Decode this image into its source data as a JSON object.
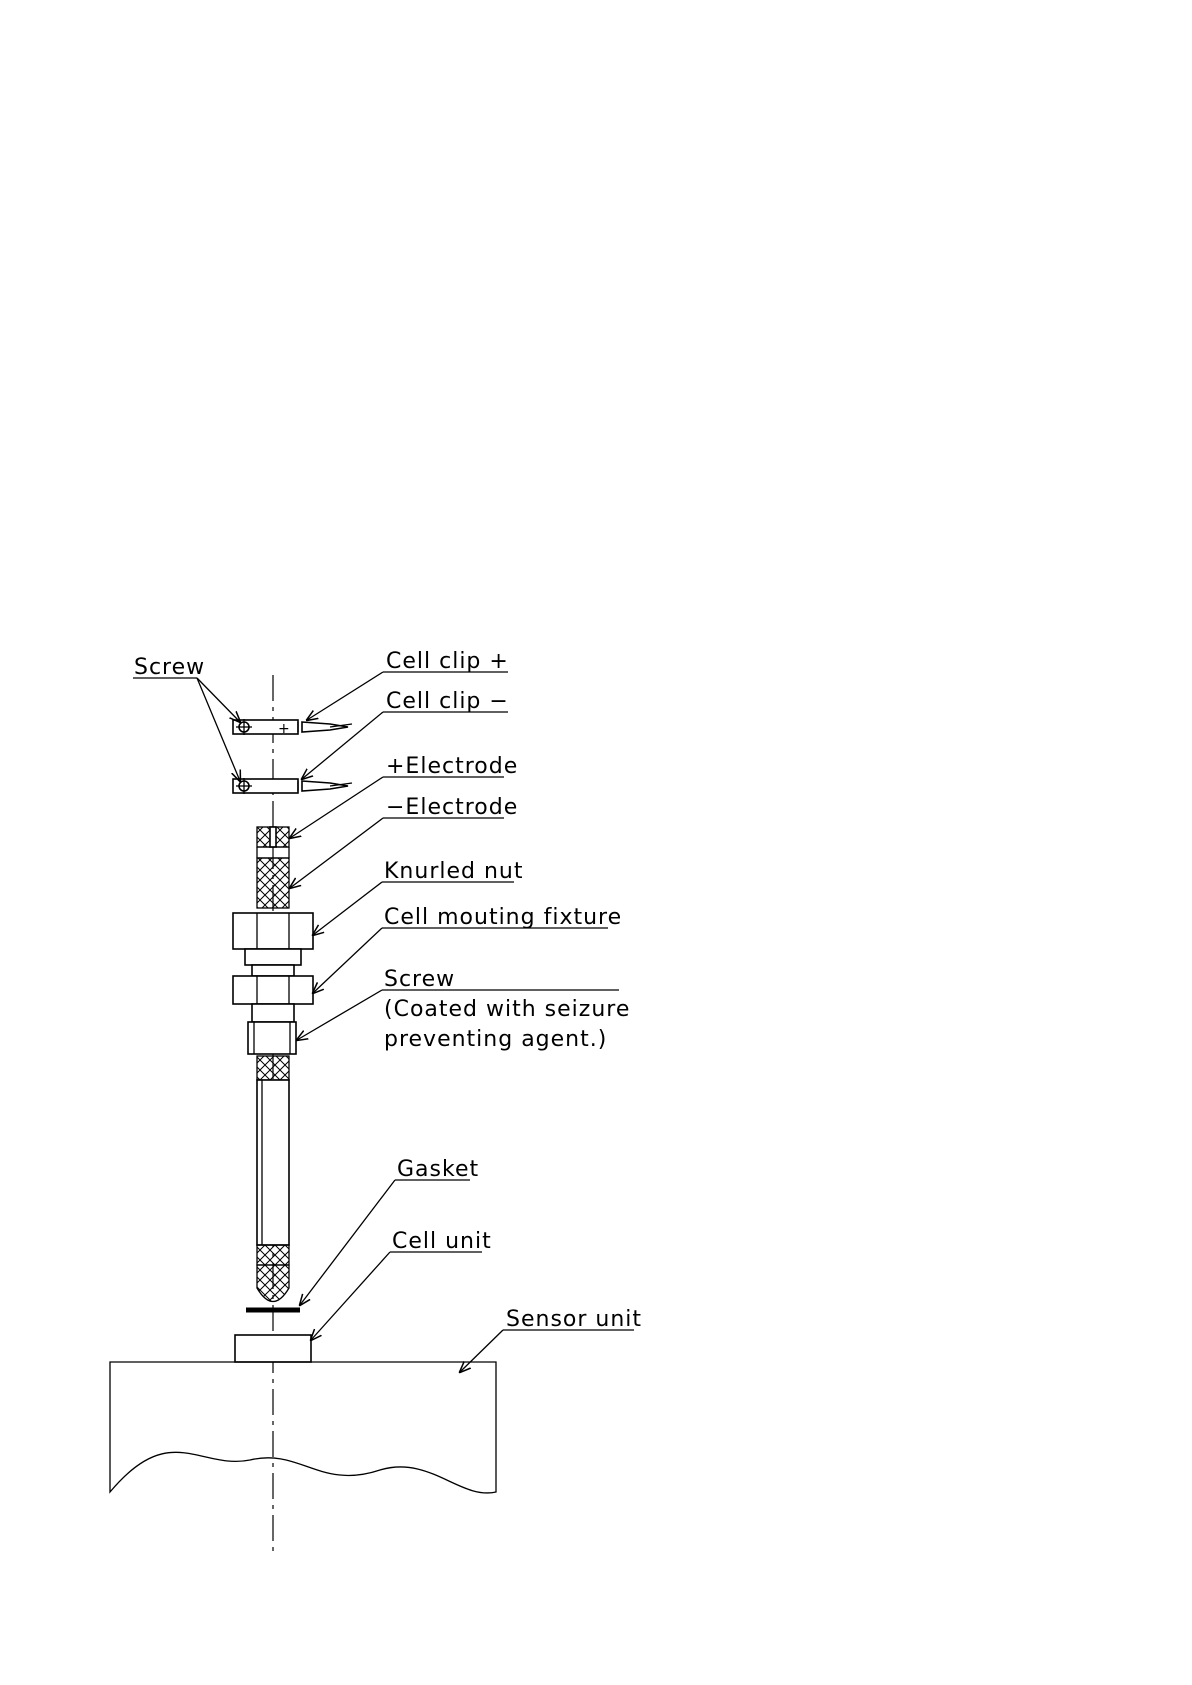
{
  "labels": {
    "screw_top": "Screw",
    "cell_clip_plus": "Cell clip +",
    "cell_clip_minus": "Cell clip −",
    "plus_electrode": "+Electrode",
    "minus_electrode": "−Electrode",
    "knurled_nut": "Knurled nut",
    "cell_mounting_fixture": "Cell mouting fixture",
    "screw_lower": "Screw",
    "screw_note_line1": "(Coated with seizure",
    "screw_note_line2": "preventing agent.)",
    "gasket": "Gasket",
    "cell_unit": "Cell unit",
    "sensor_unit": "Sensor unit",
    "clip_plus_mark": "+"
  }
}
